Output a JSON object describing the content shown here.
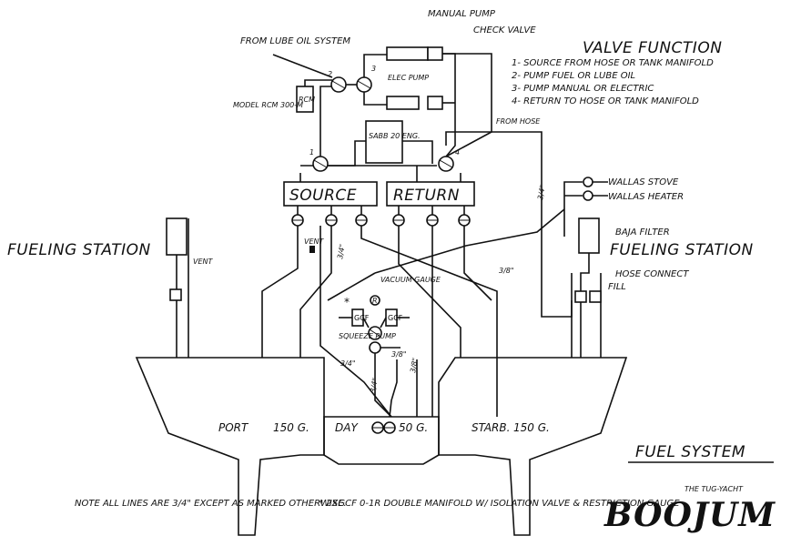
{
  "title": "FUEL SYSTEM",
  "valve_function": {
    "heading": "VALVE FUNCTION",
    "items": [
      "1- SOURCE FROM HOSE OR TANK MANIFOLD",
      "2- PUMP FUEL OR LUBE OIL",
      "3- PUMP MANUAL OR ELECTRIC",
      "4- RETURN TO HOSE OR TANK MANIFOLD"
    ]
  },
  "labels": {
    "manual_pump": "MANUAL PUMP",
    "check_valve": "CHECK VALVE",
    "from_lube_oil": "FROM LUBE OIL SYSTEM",
    "elec_pump": "ELEC PUMP",
    "model": "MODEL RCM 300-M",
    "rcm": "RCM",
    "engine": "SABB 20 ENG.",
    "source": "SOURCE",
    "return": "RETURN",
    "from_hose": "FROM HOSE",
    "wallas_stove": "WALLAS STOVE",
    "wallas_heater": "WALLAS HEATER",
    "baja_filter": "BAJA FILTER",
    "fueling_station_left": "FUELING STATION",
    "fueling_station_right": "FUELING STATION",
    "vent_left": "VENT",
    "vent_mid": "VENT",
    "hose_connect": "HOSE CONNECT",
    "fill": "FILL",
    "vacuum_gauge": "VACUUM GAUGE",
    "squeeze_pump": "SQUEEZE PUMP",
    "port_tank": "PORT",
    "port_cap": "150 G.",
    "day_tank": "DAY",
    "day_cap": "50 G.",
    "starb_tank": "STARB.",
    "starb_cap": "150 G.",
    "note": "NOTE ALL LINES ARE 3/4\" EXCEPT AS MARKED OTHERWISE.",
    "footnote": "* 2XGCF 0-1R DOUBLE MANIFOLD W/ ISOLATION VALVE & RESTRICTION GAUGE",
    "the_tug_yacht": "THE TUG-YACHT",
    "boat_name": "BOOJUM",
    "asterisk": "*",
    "gauge_r": "R",
    "gcf": "GCF",
    "size_3_4_a": "3/4\"",
    "size_3_4_b": "3/4\"",
    "size_3_8_a": "3/8\"",
    "size_3_8_b": "3/8\"",
    "size_3_8_c": "3/8\"",
    "size_3_4_c": "3/4\"",
    "size_3_4_d": "3/4\"",
    "v1": "1",
    "v2": "2",
    "v3": "3",
    "v4": "4"
  }
}
